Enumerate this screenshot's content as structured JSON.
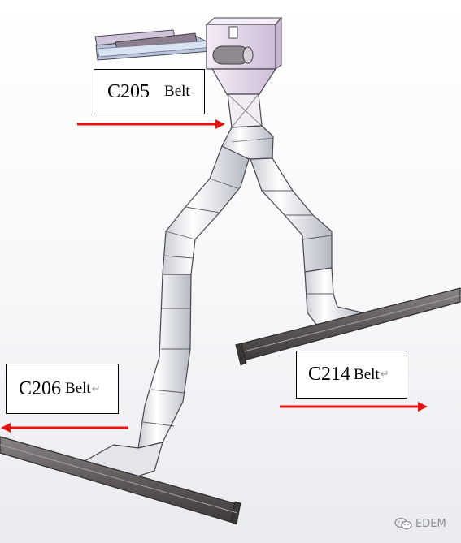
{
  "labels": {
    "c205": {
      "code": "C205",
      "belt": "Belt",
      "return_mark": ""
    },
    "c206": {
      "code": "C206",
      "belt": "Belt",
      "return_mark": "↵"
    },
    "c214": {
      "code": "C214",
      "belt": "Belt",
      "return_mark": "↵"
    }
  },
  "watermark": {
    "text": "EDEM",
    "icon": "wechat-icon"
  },
  "colors": {
    "arrow": "#e8130f",
    "hopper": "#e9dcef",
    "chute": "#eef0f4",
    "belt": "#6b6565"
  }
}
